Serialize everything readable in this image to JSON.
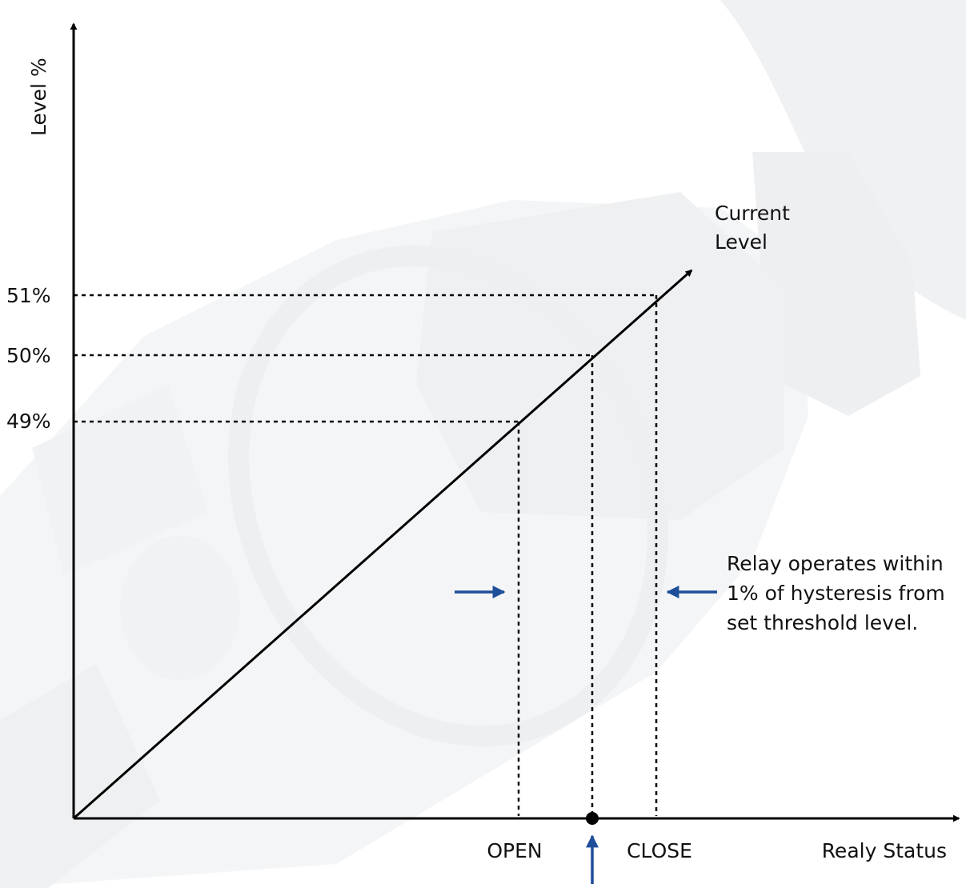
{
  "colors": {
    "line": "#000000",
    "accent_arrow": "#1f4e9a",
    "watermark": "#e6e8eb"
  },
  "axes": {
    "y_label": "Level %",
    "x_label": "Realy Status"
  },
  "levels": {
    "upper": "51%",
    "threshold": "50%",
    "lower": "49%"
  },
  "status": {
    "open": "OPEN",
    "close": "CLOSE"
  },
  "curve": {
    "label_line1": "Current",
    "label_line2": "Level"
  },
  "note": {
    "line1": "Relay operates within",
    "line2": "1% of hysteresis from",
    "line3": "set threshold level."
  },
  "icons": {
    "background": "instrument-photo-watermark",
    "open_pointer": "right-arrow-icon",
    "close_pointer": "left-arrow-icon",
    "threshold_pointer": "up-arrow-icon"
  }
}
